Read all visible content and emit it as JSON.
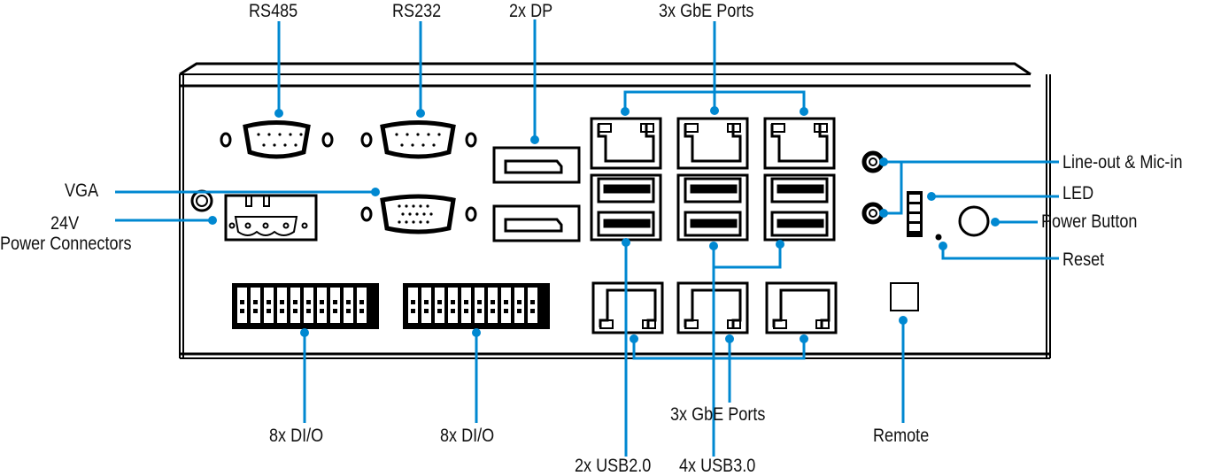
{
  "diagram": {
    "accent_color": "#0088d1",
    "outline_color": "#000000",
    "labels": {
      "rs485": "RS485",
      "rs232": "RS232",
      "dp": "2x DP",
      "gbe_top": "3x GbE Ports",
      "vga": "VGA",
      "power_24v_line1": "24V",
      "power_24v_line2": "Power Connectors",
      "line_out_mic_in": "Line-out & Mic-in",
      "led": "LED",
      "power_button": "Power Button",
      "reset": "Reset",
      "dio_1": "8x DI/O",
      "dio_2": "8x DI/O",
      "gbe_bottom": "3x GbE Ports",
      "remote": "Remote",
      "usb2": "2x USB2.0",
      "usb3": "4x USB3.0"
    }
  }
}
